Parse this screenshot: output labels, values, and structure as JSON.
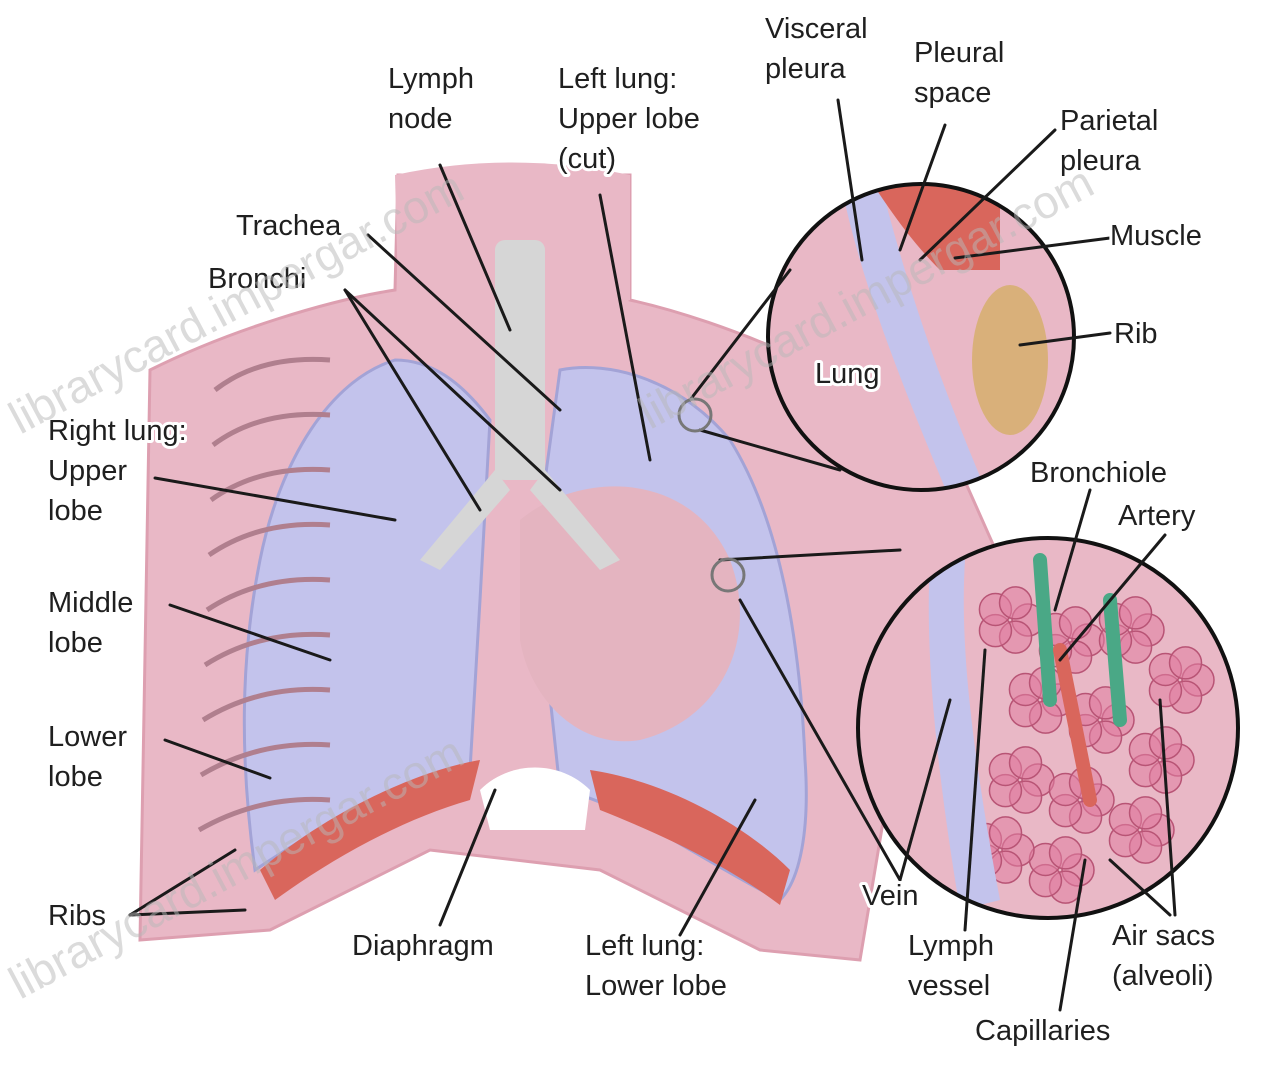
{
  "labels": {
    "lymph_node": [
      "Lymph",
      "node"
    ],
    "left_lung_upper": [
      "Left lung:",
      "Upper lobe",
      "(cut)"
    ],
    "visceral_pleura": [
      "Visceral",
      "pleura"
    ],
    "pleural_space": [
      "Pleural",
      "space"
    ],
    "parietal_pleura": [
      "Parietal",
      "pleura"
    ],
    "muscle": "Muscle",
    "rib": "Rib",
    "lung": "Lung",
    "trachea": "Trachea",
    "bronchi": "Bronchi",
    "right_lung_upper": [
      "Right lung:",
      "Upper",
      "lobe"
    ],
    "middle_lobe": [
      "Middle",
      "lobe"
    ],
    "lower_lobe": [
      "Lower",
      "lobe"
    ],
    "ribs": "Ribs",
    "diaphragm": "Diaphragm",
    "left_lung_lower": [
      "Left lung:",
      "Lower lobe"
    ],
    "bronchiole": "Bronchiole",
    "artery": "Artery",
    "vein": "Vein",
    "lymph_vessel": [
      "Lymph",
      "vessel"
    ],
    "air_sacs": [
      "Air sacs",
      "(alveoli)"
    ],
    "capillaries": "Capillaries"
  },
  "watermark": "librarycard.impergar.com",
  "colors": {
    "skin": "#e9b8c6",
    "skin_dark": "#dd9fb0",
    "lung": "#c3c3ec",
    "lung_edge": "#a3a3d6",
    "diaphragm": "#d9665c",
    "bone": "#d6d6d6",
    "heart": "#e4b4c0",
    "vessel_green": "#4aa886",
    "alveoli": "#e07ea0",
    "rib_tan": "#d9b07a"
  }
}
